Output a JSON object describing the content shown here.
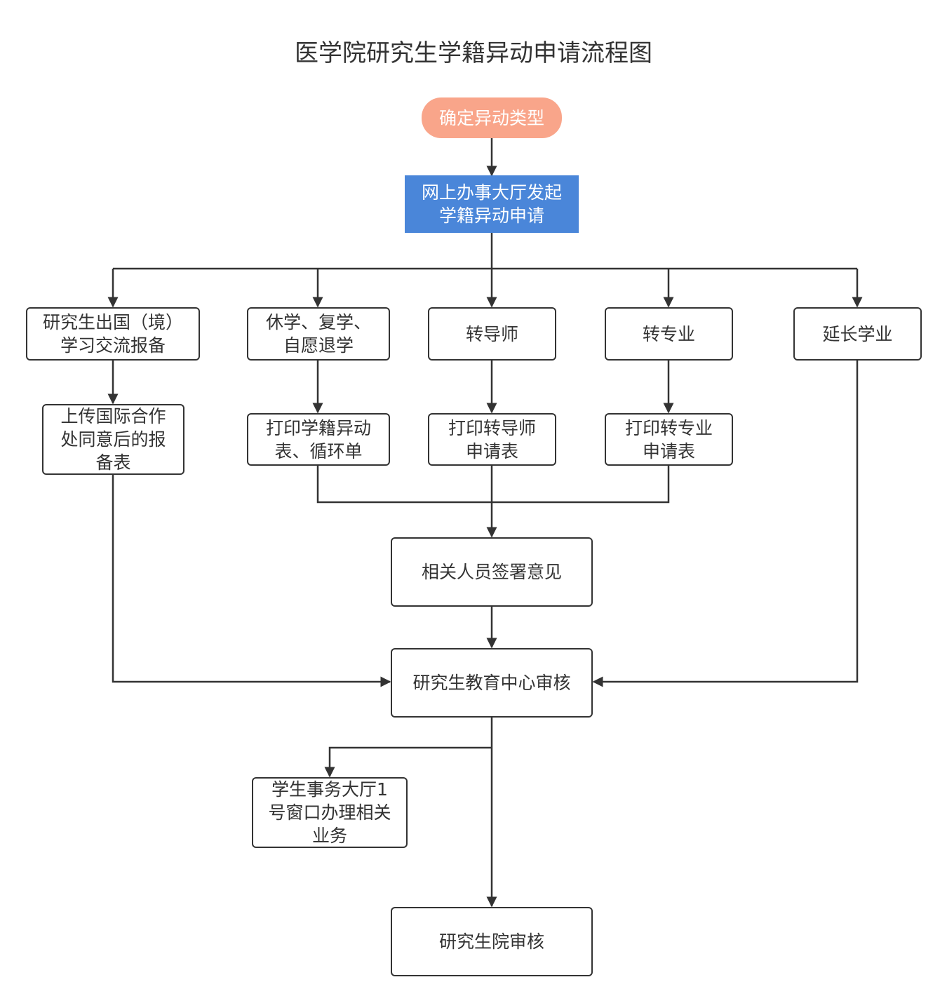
{
  "title": "医学院研究生学籍异动申请流程图",
  "colors": {
    "start_fill": "#f9a58a",
    "online_fill": "#4a86d9",
    "line": "#333333"
  },
  "nodes": {
    "start": {
      "lines": [
        "确定异动类型"
      ]
    },
    "online": {
      "lines": [
        "网上办事大厅发起",
        "学籍异动申请"
      ]
    },
    "abroad": {
      "lines": [
        "研究生出国（境）",
        "学习交流报备"
      ]
    },
    "suspend": {
      "lines": [
        "休学、复学、",
        "自愿退学"
      ]
    },
    "change_advisor": {
      "lines": [
        "转导师"
      ]
    },
    "change_major": {
      "lines": [
        "转专业"
      ]
    },
    "extend": {
      "lines": [
        "延长学业"
      ]
    },
    "upload_form": {
      "lines": [
        "上传国际合作",
        "处同意后的报",
        "备表"
      ]
    },
    "print_status": {
      "lines": [
        "打印学籍异动",
        "表、循环单"
      ]
    },
    "print_advisor": {
      "lines": [
        "打印转导师",
        "申请表"
      ]
    },
    "print_major": {
      "lines": [
        "打印转专业",
        "申请表"
      ]
    },
    "sign": {
      "lines": [
        "相关人员签署意见"
      ]
    },
    "center_review": {
      "lines": [
        "研究生教育中心审核"
      ]
    },
    "window": {
      "lines": [
        "学生事务大厅1",
        "号窗口办理相关",
        "业务"
      ]
    },
    "school_review": {
      "lines": [
        "研究生院审核"
      ]
    }
  }
}
